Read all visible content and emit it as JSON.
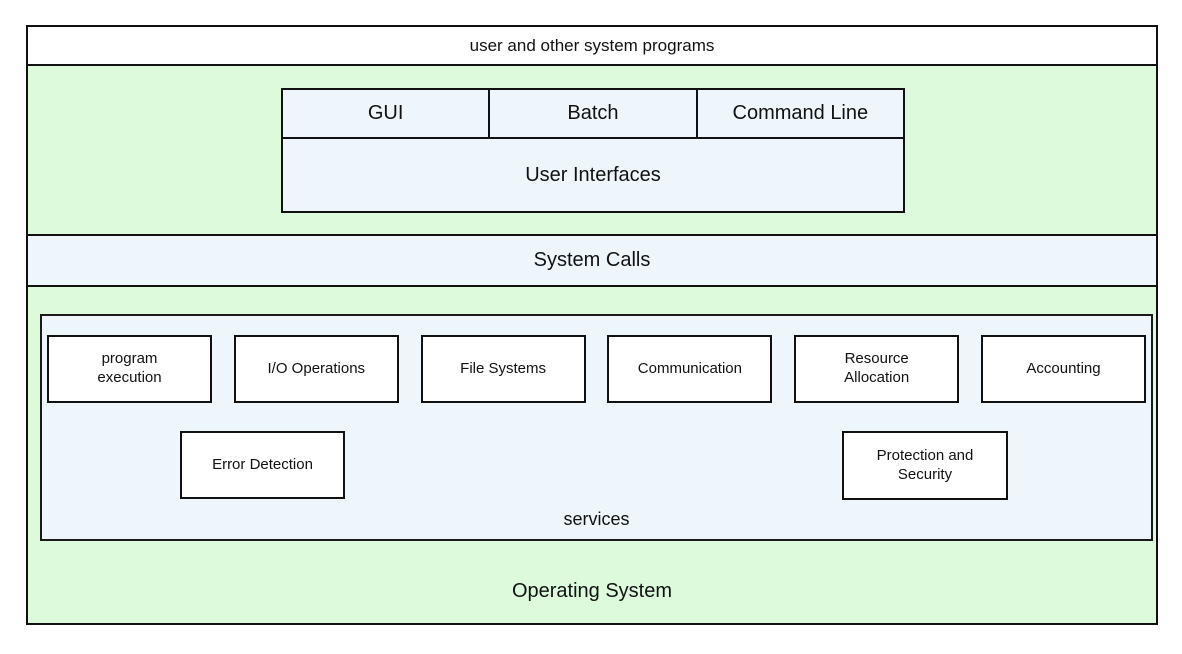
{
  "diagram": {
    "title_bar": "user and other system programs",
    "user_interfaces": {
      "items": [
        "GUI",
        "Batch",
        "Command Line"
      ],
      "label": "User Interfaces"
    },
    "system_calls_label": "System Calls",
    "services": {
      "row1": [
        "program execution",
        "I/O Operations",
        "File Systems",
        "Communication",
        "Resource Allocation",
        "Accounting"
      ],
      "row2": [
        "Error Detection",
        "Protection and Security"
      ],
      "label": "services"
    },
    "os_label": "Operating System",
    "colors": {
      "band_green": "#ddfadd",
      "band_blue": "#eef6fc",
      "box_white": "#ffffff",
      "border": "#111111"
    }
  }
}
